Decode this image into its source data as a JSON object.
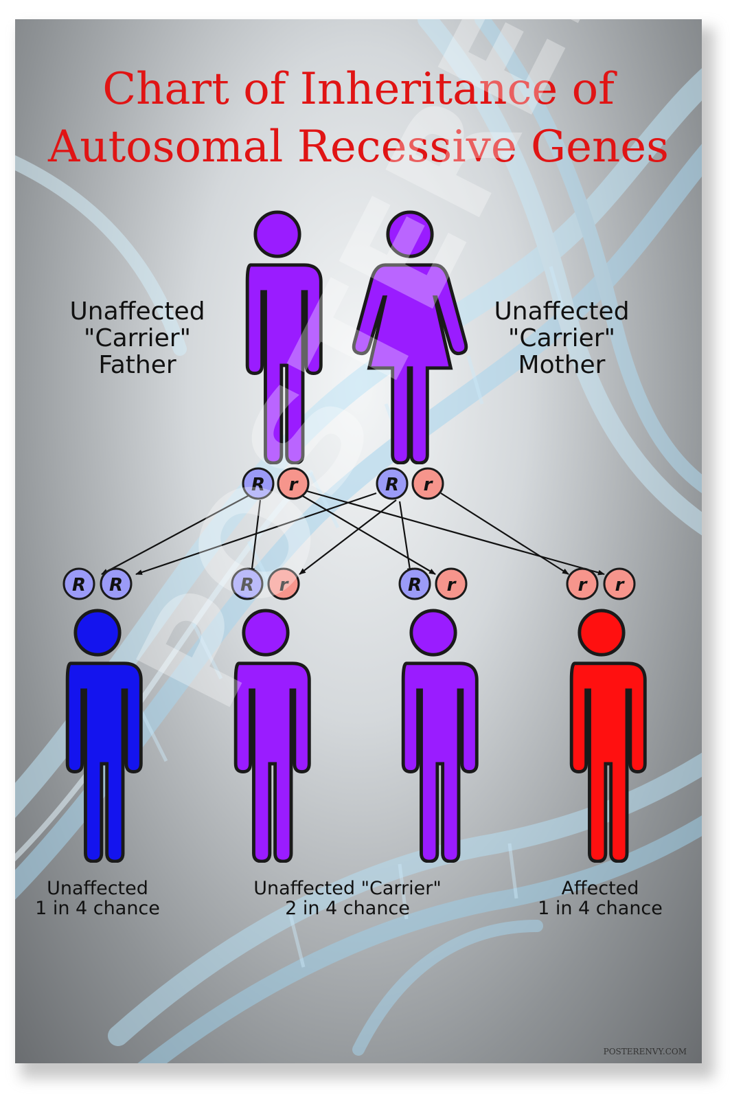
{
  "title": {
    "line1": "Chart of Inheritance of",
    "line2": "Autosomal Recessive Genes"
  },
  "colors": {
    "title": "#e01414",
    "carrier": "#9a1cff",
    "unaffected": "#1414ee",
    "affected": "#ff1010",
    "dominant_allele": "#9b9bf7",
    "recessive_allele": "#f6958c"
  },
  "parents": {
    "father": {
      "line1": "Unaffected",
      "line2": "\"Carrier\"",
      "line3": "Father"
    },
    "mother": {
      "line1": "Unaffected",
      "line2": "\"Carrier\"",
      "line3": "Mother"
    },
    "father_alleles": [
      "R",
      "r"
    ],
    "mother_alleles": [
      "R",
      "r"
    ]
  },
  "children": [
    {
      "alleles": [
        "R",
        "R"
      ],
      "status": "unaffected",
      "icon": "person-blue-icon"
    },
    {
      "alleles": [
        "R",
        "r"
      ],
      "status": "carrier",
      "icon": "person-purple-icon"
    },
    {
      "alleles": [
        "R",
        "r"
      ],
      "status": "carrier",
      "icon": "person-purple-icon"
    },
    {
      "alleles": [
        "r",
        "r"
      ],
      "status": "affected",
      "icon": "person-red-icon"
    }
  ],
  "outcomes": {
    "unaffected": {
      "line1": "Unaffected",
      "line2": "1 in 4 chance"
    },
    "carrier": {
      "line1": "Unaffected \"Carrier\"",
      "line2": "2 in 4 chance"
    },
    "affected": {
      "line1": "Affected",
      "line2": "1 in 4 chance"
    }
  },
  "watermark": "POSTERENVY",
  "credit": "POSTERENVY.COM"
}
